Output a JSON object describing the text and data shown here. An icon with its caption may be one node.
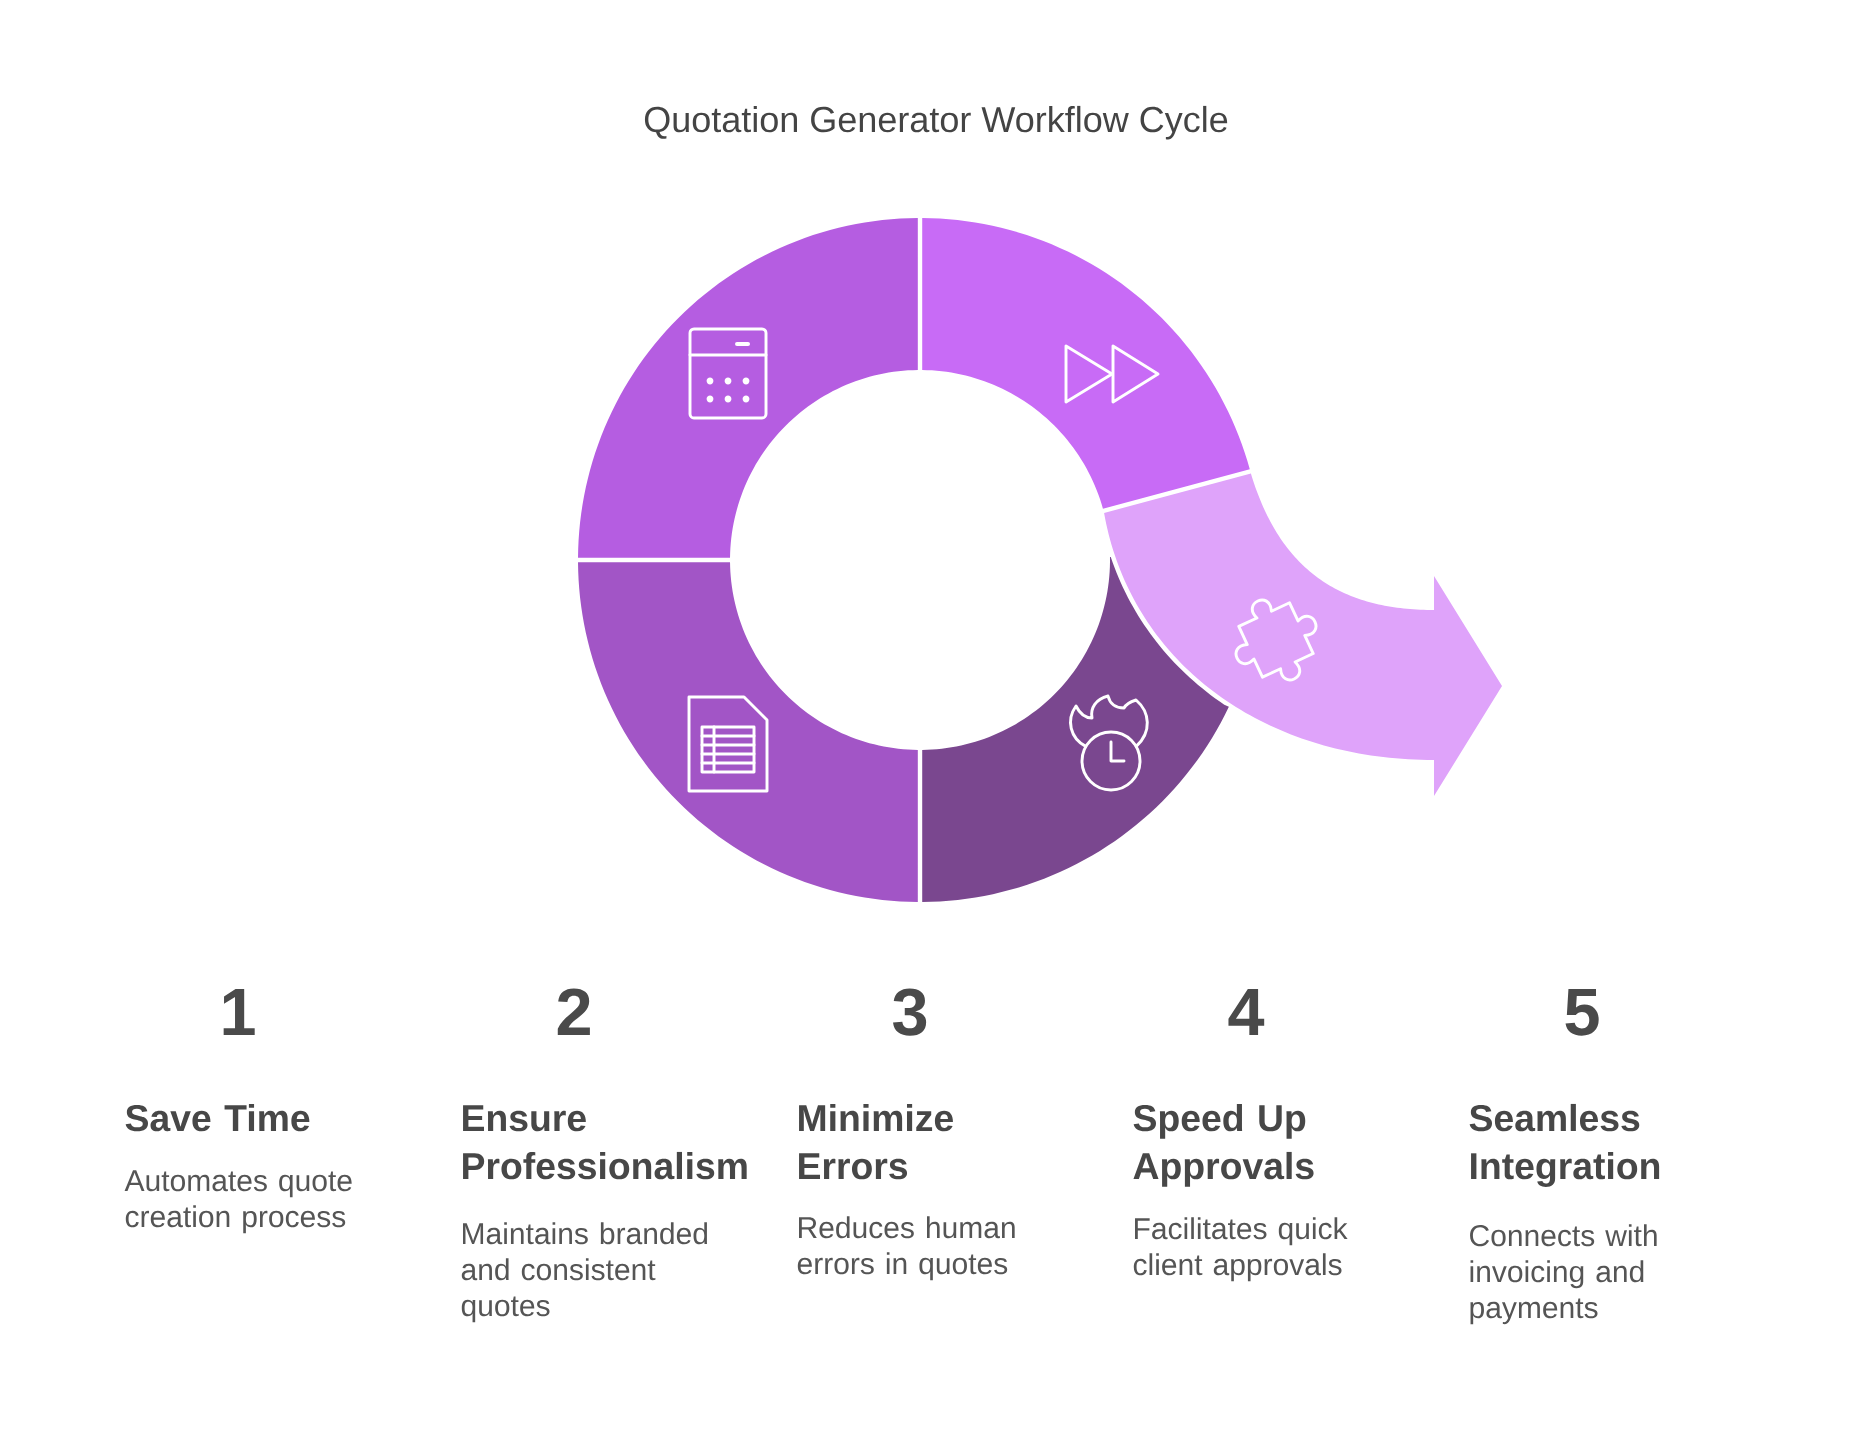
{
  "diagram": {
    "title": "Quotation Generator Workflow Cycle",
    "nodes": [
      {
        "text": [],
        "shape": "segment"
      },
      {
        "text": [],
        "shape": "segment"
      },
      {
        "text": [],
        "shape": "segment"
      },
      {
        "text": [],
        "shape": "segment"
      },
      {
        "text": [],
        "shape": "arrow"
      }
    ],
    "labels": [
      "1",
      "Save Time",
      "Automates quote creation process",
      "2",
      "Ensure Professionalism",
      "Maintains branded and consistent quotes",
      "3",
      "Minimize Errors",
      "Reduces human errors in quotes",
      "4",
      "Speed Up Approvals",
      "Facilitates quick client approvals",
      "5",
      "Seamless Integration",
      "Connects with invoicing and payments"
    ]
  }
}
